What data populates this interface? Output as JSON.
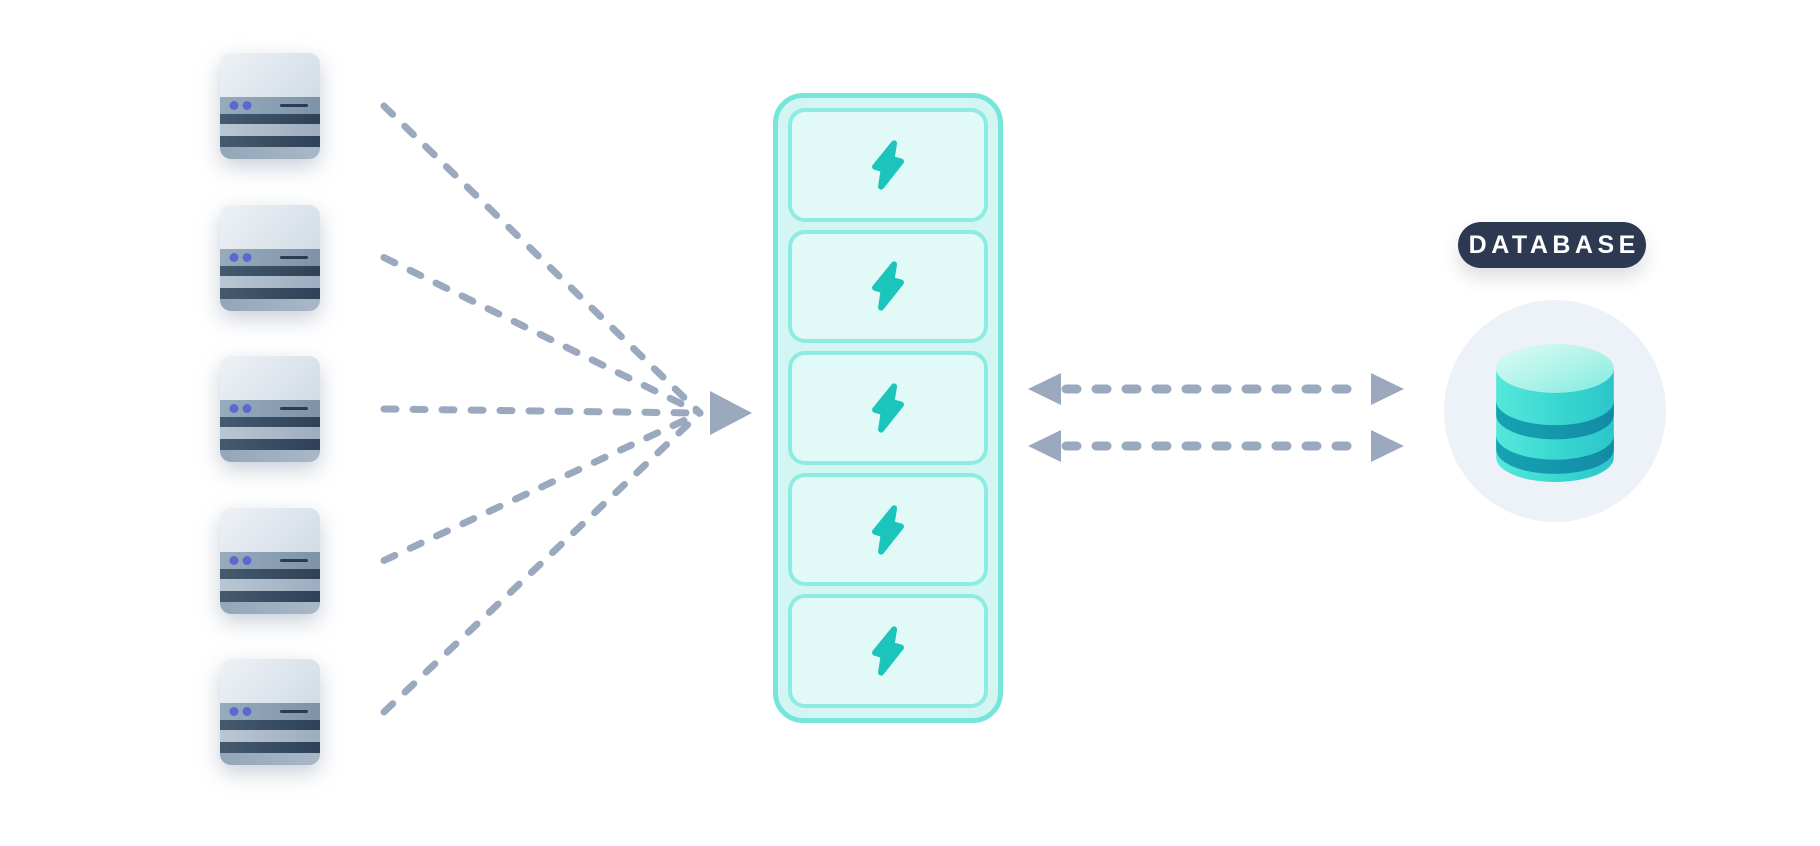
{
  "colors": {
    "background": "#ffffff",
    "arrow_gray": "#9aa9bd",
    "teal_accent": "#1cc5bc",
    "pool_fill": "#d4f6f2",
    "pool_border": "#76e6db",
    "slot_fill": "#e2faf7",
    "slot_border": "#8debe2",
    "navy_pill": "#2c3950",
    "circle_bg": "#edf1f8",
    "db_teal": "#38d6d0"
  },
  "servers": {
    "count": 5,
    "icon": "server-icon"
  },
  "pool": {
    "slot_count": 5,
    "slot_icon": "lightning-bolt-icon"
  },
  "fan": {
    "line_count": 5
  },
  "db_links": {
    "count": 2
  },
  "database": {
    "label": "DATABASE",
    "icon": "database-cylinder-icon"
  }
}
